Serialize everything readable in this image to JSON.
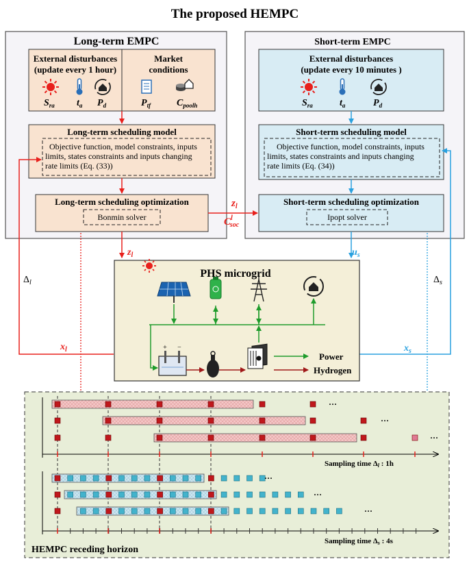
{
  "title": "The proposed HEMPC",
  "long_term": {
    "title": "Long-term EMPC",
    "ext_title_1": "External disturbances",
    "ext_title_2": "(update every 1 hour)",
    "market_1": "Market",
    "market_2": "conditions",
    "sym_sra": "S",
    "sym_sra_sub": "ra",
    "sym_ta": "t",
    "sym_ta_sub": "a",
    "sym_pd": "P",
    "sym_pd_sub": "d",
    "sym_ptf": "P",
    "sym_ptf_sub": "tf",
    "sym_cpool": "C",
    "sym_cpool_sub": "poolh",
    "model_title": "Long-term scheduling model",
    "model_line1": "Objective function, model constraints, inputs",
    "model_line2": "limits, states constraints and inputs changing",
    "model_line3": "rate limits (Eq. (33))",
    "opt_title": "Long-term scheduling optimization",
    "solver": "Bonmin solver"
  },
  "short_term": {
    "title": "Short-term EMPC",
    "ext_title_1": "External disturbances",
    "ext_title_2": "(update every 10 minutes )",
    "sym_sra": "S",
    "sym_sra_sub": "ra",
    "sym_ta": "t",
    "sym_ta_sub": "a",
    "sym_pd": "P",
    "sym_pd_sub": "d",
    "model_title": "Short-term scheduling model",
    "model_line1": "Objective function, model constraints, inputs",
    "model_line2": "limits, states constraints and inputs changing",
    "model_line3": "rate limits (Eq. (34))",
    "opt_title": "Short-term scheduling optimization",
    "solver": "Ipopt solver"
  },
  "signals": {
    "z_l": "z",
    "z_l_sub": "l",
    "c_soc": "C",
    "c_soc_sup": "l",
    "c_soc_sub": "soc",
    "u_s": "u",
    "u_s_sub": "s",
    "x_l": "x",
    "x_l_sub": "l",
    "x_s": "x",
    "x_s_sub": "s",
    "delta_l": "Δ",
    "delta_l_sub": "l",
    "delta_s": "Δ",
    "delta_s_sub": "s"
  },
  "microgrid": {
    "title": "PHS microgrid",
    "legend_power": "Power",
    "legend_hydrogen": "Hydrogen"
  },
  "horizon": {
    "title": "HEMPC receding horizon",
    "ellipsis": "···",
    "long_axis": "Sampling time  Δ",
    "long_axis_sub": "l",
    "long_axis_end": " : 1h",
    "short_axis": "Sampling time  Δ",
    "short_axis_sub": "s",
    "short_axis_end": " : 4s"
  },
  "colors": {
    "red": "#e8201c",
    "blue": "#2aa1df",
    "green": "#1e9b2b",
    "long_fill": "#f9e3d0",
    "short_fill": "#d8ecf4",
    "micro_fill": "#f4efd8",
    "horizon_fill": "#e8eed8",
    "dark_red_sq": "#c0181c",
    "teal_sq": "#43b3cc"
  }
}
